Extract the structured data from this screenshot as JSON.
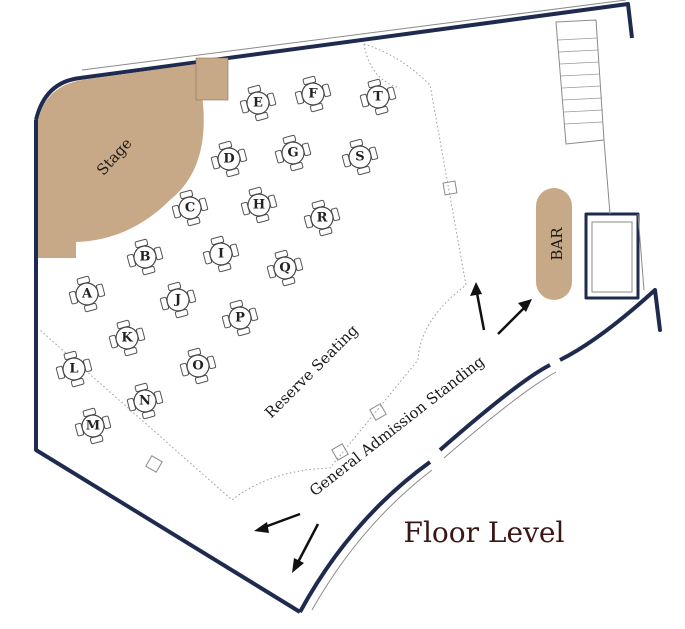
{
  "map": {
    "title": "Floor Level",
    "stage_label": "Stage",
    "bar_label": "BAR",
    "reserve_label": "Reserve Seating",
    "ga_label": "General Admission Standing",
    "colors": {
      "wall": "#1f2a4f",
      "stage": "#c8a987",
      "bar": "#c8a987",
      "title": "#3b1414"
    }
  },
  "tables": [
    "E",
    "F",
    "T",
    "D",
    "G",
    "S",
    "C",
    "H",
    "R",
    "B",
    "I",
    "Q",
    "A",
    "J",
    "P",
    "K",
    "L",
    "O",
    "N",
    "M"
  ]
}
